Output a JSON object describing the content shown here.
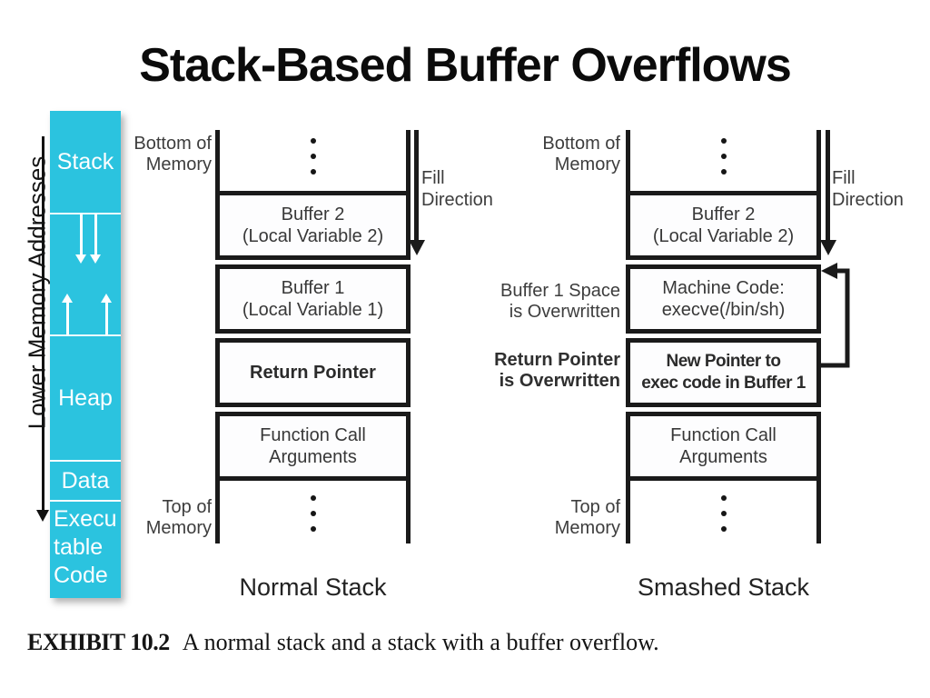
{
  "title": "Stack-Based Buffer Overflows",
  "colors": {
    "sidebar_cyan": "#2bc3df",
    "line_black": "#1a1a1a"
  },
  "sidebar": {
    "stack": "Stack",
    "heap": "Heap",
    "data": "Data",
    "executable": "Execu\ntable\nCode",
    "axis_label": "Lower Memory Addresses"
  },
  "normal_stack": {
    "bottom_of_memory": "Bottom of\nMemory",
    "top_of_memory": "Top of\nMemory",
    "fill_direction": "Fill\nDirection",
    "rows": [
      {
        "text": "Buffer 2\n(Local Variable 2)"
      },
      {
        "text": "Buffer 1\n(Local Variable 1)"
      },
      {
        "text": "Return Pointer",
        "bold": true
      },
      {
        "text": "Function Call\nArguments"
      }
    ],
    "caption": "Normal Stack"
  },
  "smashed_stack": {
    "bottom_of_memory": "Bottom of\nMemory",
    "top_of_memory": "Top of\nMemory",
    "fill_direction": "Fill\nDirection",
    "annotations": [
      {
        "text": "Buffer 1 Space\nis Overwritten"
      },
      {
        "text": "Return Pointer\nis Overwritten",
        "bold": true
      }
    ],
    "rows": [
      {
        "text": "Buffer 2\n(Local Variable 2)"
      },
      {
        "text": "Machine Code:\nexecve(/bin/sh)"
      },
      {
        "text": "New Pointer to\nexec code in Buffer 1",
        "bold": true
      },
      {
        "text": "Function Call\nArguments"
      }
    ],
    "caption": "Smashed Stack"
  },
  "exhibit": {
    "label": "EXHIBIT 10.2",
    "text": "A normal stack and a stack with a buffer overflow."
  }
}
